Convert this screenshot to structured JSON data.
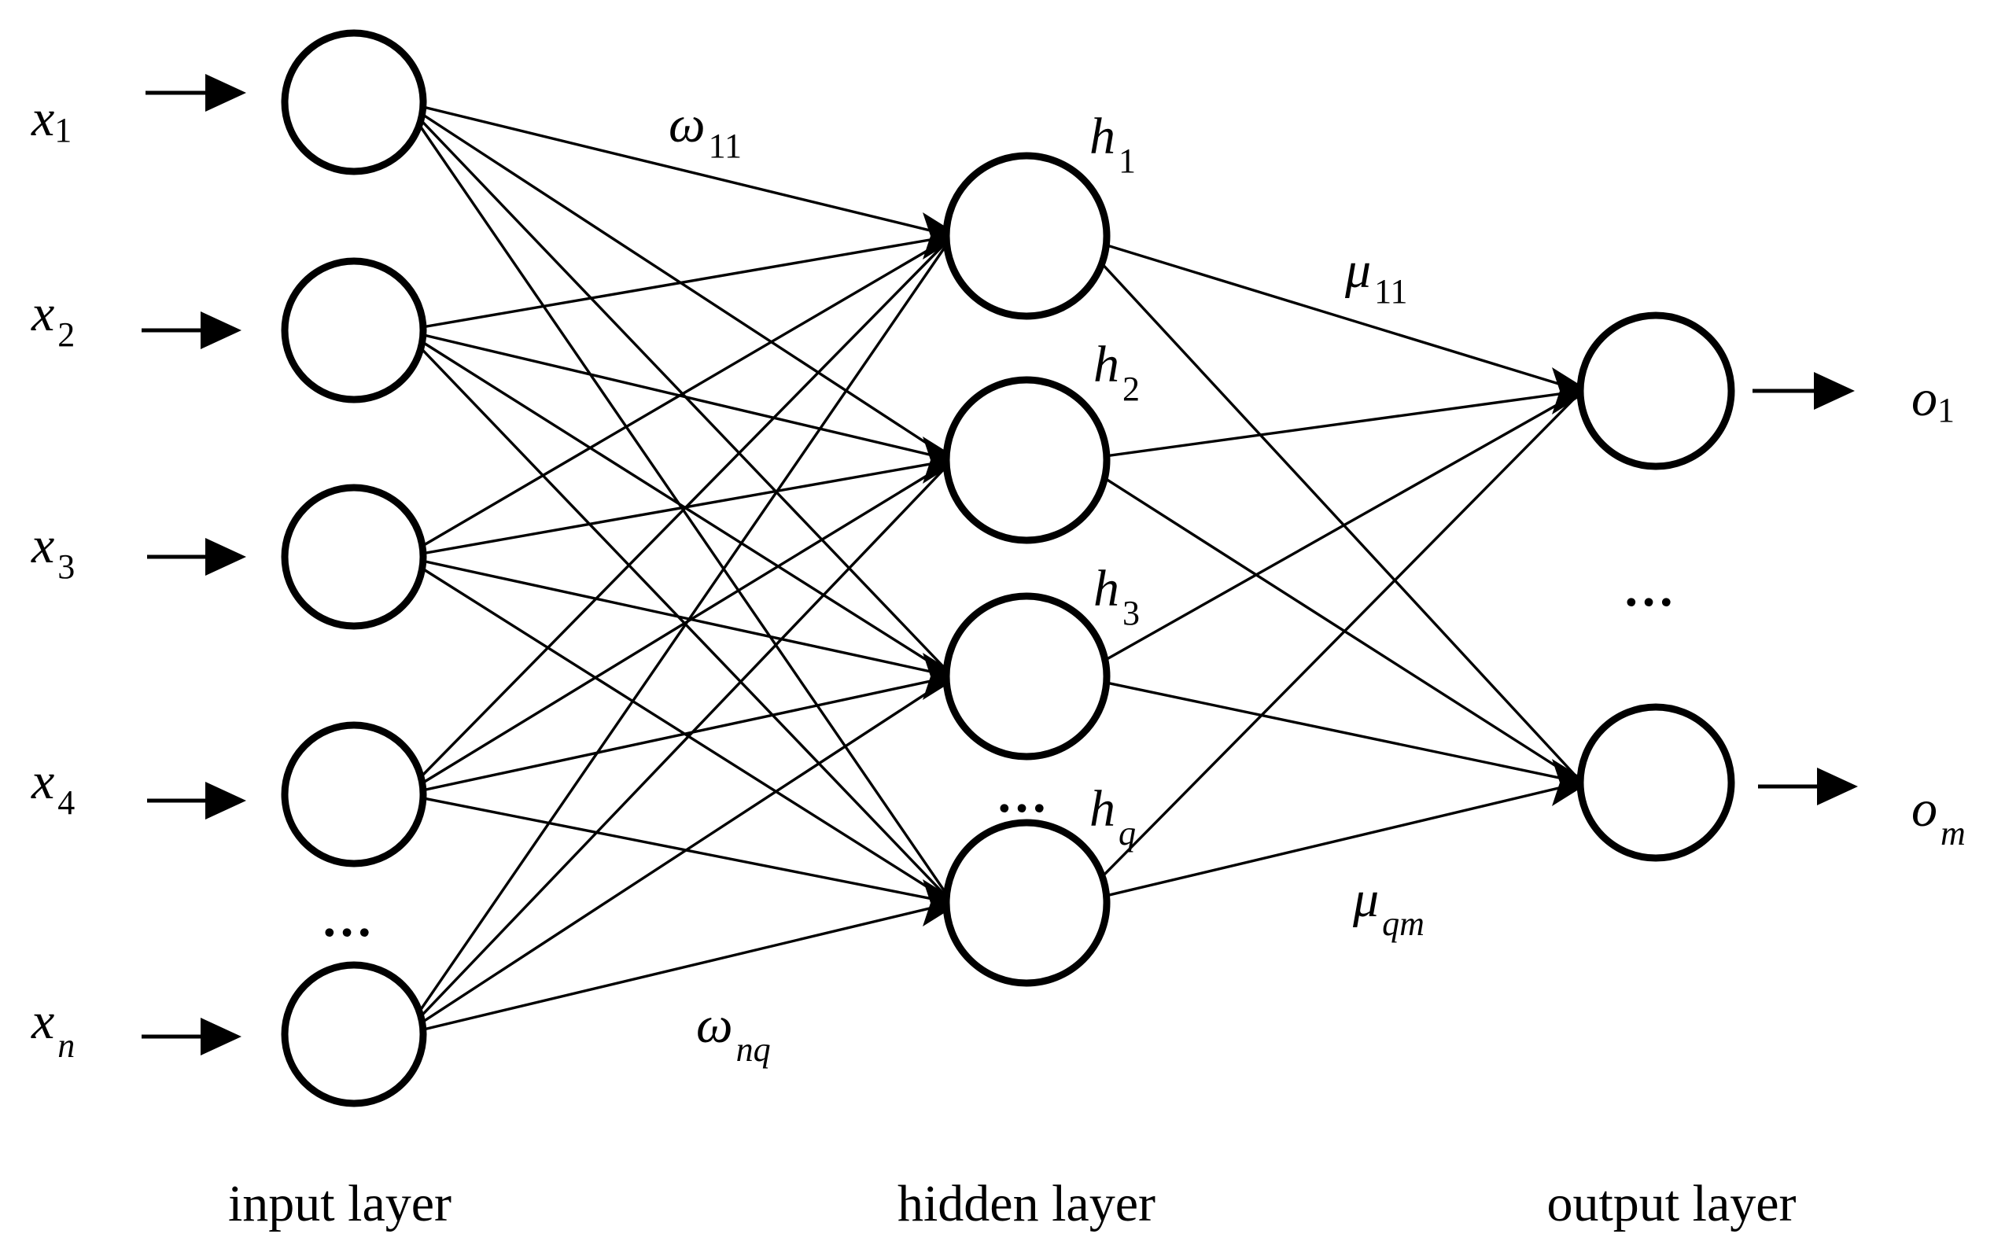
{
  "layers": {
    "input": "input layer",
    "hidden": "hidden layer",
    "output": "output layer"
  },
  "inputs": [
    {
      "var": "x",
      "sub": "1"
    },
    {
      "var": "x",
      "sub": "2"
    },
    {
      "var": "x",
      "sub": "3"
    },
    {
      "var": "x",
      "sub": "4"
    },
    {
      "var": "x",
      "sub": "n"
    }
  ],
  "hidden": [
    {
      "var": "h",
      "sub": "1"
    },
    {
      "var": "h",
      "sub": "2"
    },
    {
      "var": "h",
      "sub": "3"
    },
    {
      "var": "h",
      "sub": "q"
    }
  ],
  "outputs": [
    {
      "var": "o",
      "sub": "1"
    },
    {
      "var": "o",
      "sub": "m"
    }
  ],
  "weights": {
    "w11": {
      "sym": "ω",
      "sub": "11"
    },
    "wnq": {
      "sym": "ω",
      "sub": "nq"
    },
    "u11": {
      "sym": "μ",
      "sub": "11"
    },
    "uqm": {
      "sym": "μ",
      "sub": "qm"
    }
  },
  "ellipsis": "…"
}
